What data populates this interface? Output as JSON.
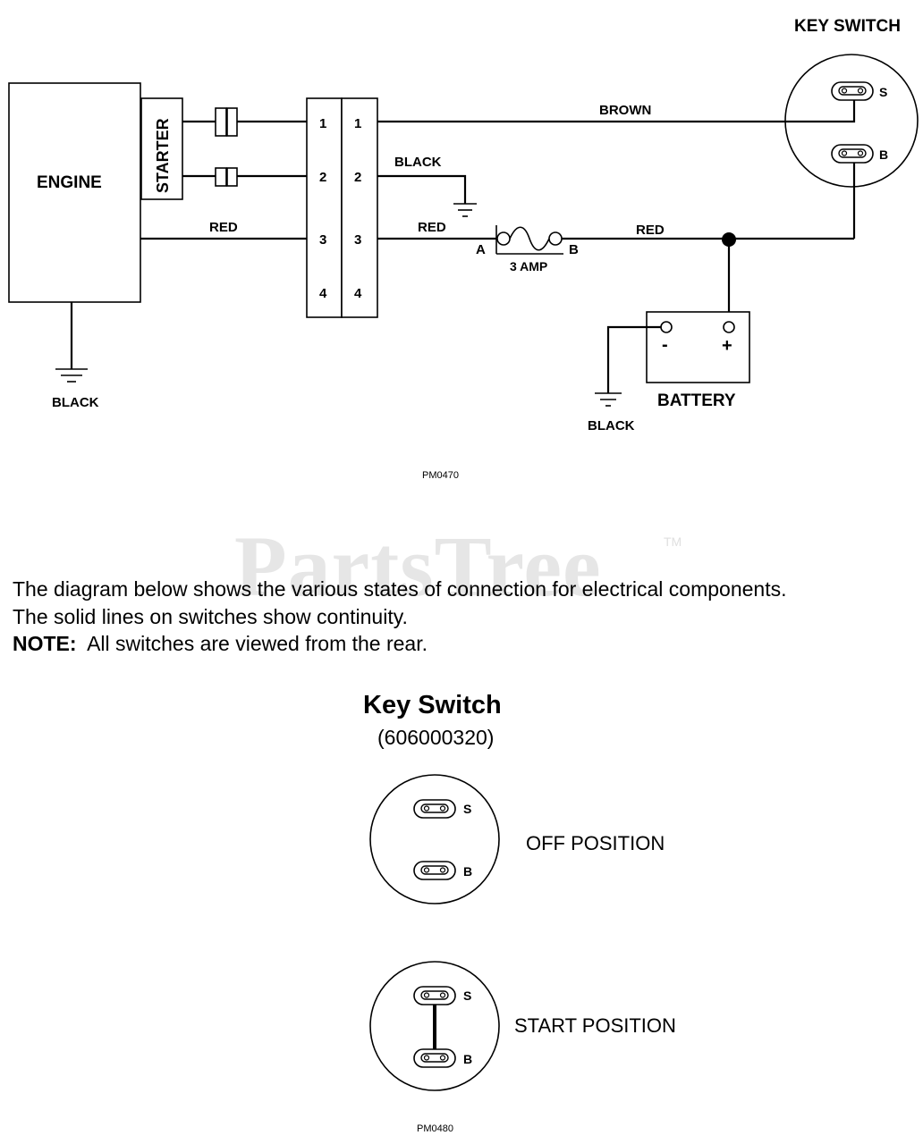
{
  "watermark": {
    "text": "PartsTree",
    "tm": "TM"
  },
  "schematic": {
    "key_switch_title": "KEY SWITCH",
    "engine": "ENGINE",
    "starter": "STARTER",
    "connector_left": [
      "1",
      "2",
      "3",
      "4"
    ],
    "connector_right": [
      "1",
      "2",
      "3",
      "4"
    ],
    "wire_brown": "BROWN",
    "wire_black": "BLACK",
    "wire_red_engine": "RED",
    "wire_red_connector": "RED",
    "wire_red_battery": "RED",
    "fuse_a": "A",
    "fuse_b": "B",
    "fuse_rating": "3 AMP",
    "switch_s": "S",
    "switch_b": "B",
    "battery": "BATTERY",
    "battery_neg": "-",
    "battery_pos": "+",
    "ground_engine": "BLACK",
    "ground_battery": "BLACK",
    "code": "PM0470"
  },
  "notes": {
    "line1": "The diagram below shows the various states of connection for electrical components.",
    "line2": "The solid lines on switches show continuity.",
    "note_label": "NOTE:",
    "note_text": "  All switches are viewed from the rear."
  },
  "key_switch": {
    "title": "Key Switch",
    "part_number": "(606000320)",
    "off_label": "OFF POSITION",
    "start_label": "START POSITION",
    "s": "S",
    "b": "B",
    "code": "PM0480"
  }
}
